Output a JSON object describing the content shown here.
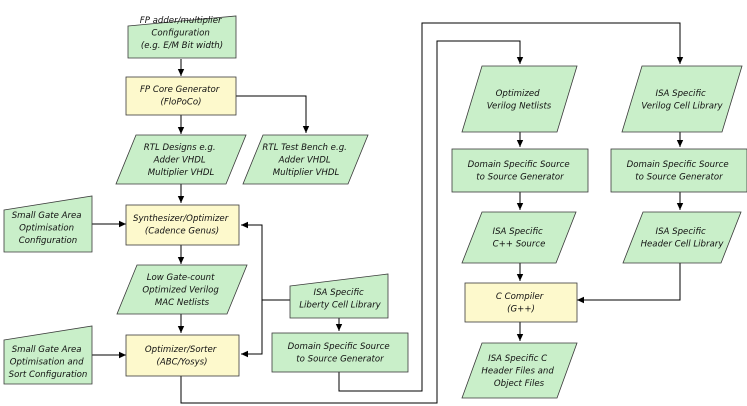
{
  "nodes": {
    "fp_config": {
      "lines": [
        "FP adder/multiplier",
        "Configuration",
        "(e.g. E/M Bit width)"
      ]
    },
    "fp_core_gen": {
      "lines": [
        "FP Core Generator",
        "(FloPoCo)"
      ]
    },
    "rtl_designs": {
      "lines": [
        "RTL Designs e.g.",
        "Adder VHDL",
        "Multiplier VHDL"
      ]
    },
    "rtl_testbench": {
      "lines": [
        "RTL Test Bench e.g.",
        "Adder VHDL",
        "Multiplier VHDL"
      ]
    },
    "small_gate_cfg1": {
      "lines": [
        "Small Gate Area",
        "Optimisation",
        "Configuration"
      ]
    },
    "synthesizer": {
      "lines": [
        "Synthesizer/Optimizer",
        "(Cadence Genus)"
      ]
    },
    "low_gate_netlists": {
      "lines": [
        "Low Gate-count",
        "Optimized Verilog",
        "MAC Netlists"
      ]
    },
    "isa_liberty": {
      "lines": [
        "ISA Specific",
        "Liberty Cell Library"
      ]
    },
    "small_gate_cfg2": {
      "lines": [
        "Small Gate Area",
        "Optimisation and",
        "Sort Configuration"
      ]
    },
    "optimizer_sorter": {
      "lines": [
        "Optimizer/Sorter",
        "(ABC/Yosys)"
      ]
    },
    "ds_gen_bottom": {
      "lines": [
        "Domain Specific Source",
        "to Source Generator"
      ]
    },
    "opt_verilog": {
      "lines": [
        "Optimized",
        "Verilog Netlists"
      ]
    },
    "isa_verilog_lib": {
      "lines": [
        "ISA Specific",
        "Verilog Cell Library"
      ]
    },
    "ds_gen_mid": {
      "lines": [
        "Domain Specific Source",
        "to Source Generator"
      ]
    },
    "ds_gen_right": {
      "lines": [
        "Domain Specific Source",
        "to Source Generator"
      ]
    },
    "isa_cpp": {
      "lines": [
        "ISA Specific",
        "C++ Source"
      ]
    },
    "isa_header_lib": {
      "lines": [
        "ISA Specific",
        "Header Cell Library"
      ]
    },
    "c_compiler": {
      "lines": [
        "C Compiler",
        "(G++)"
      ]
    },
    "isa_c_out": {
      "lines": [
        "ISA Specific C",
        "Header Files and",
        "Object Files"
      ]
    }
  },
  "colors": {
    "data_node": "#c9efc9",
    "process_node": "#fdf9cc",
    "stroke": "#3a3a3a"
  }
}
